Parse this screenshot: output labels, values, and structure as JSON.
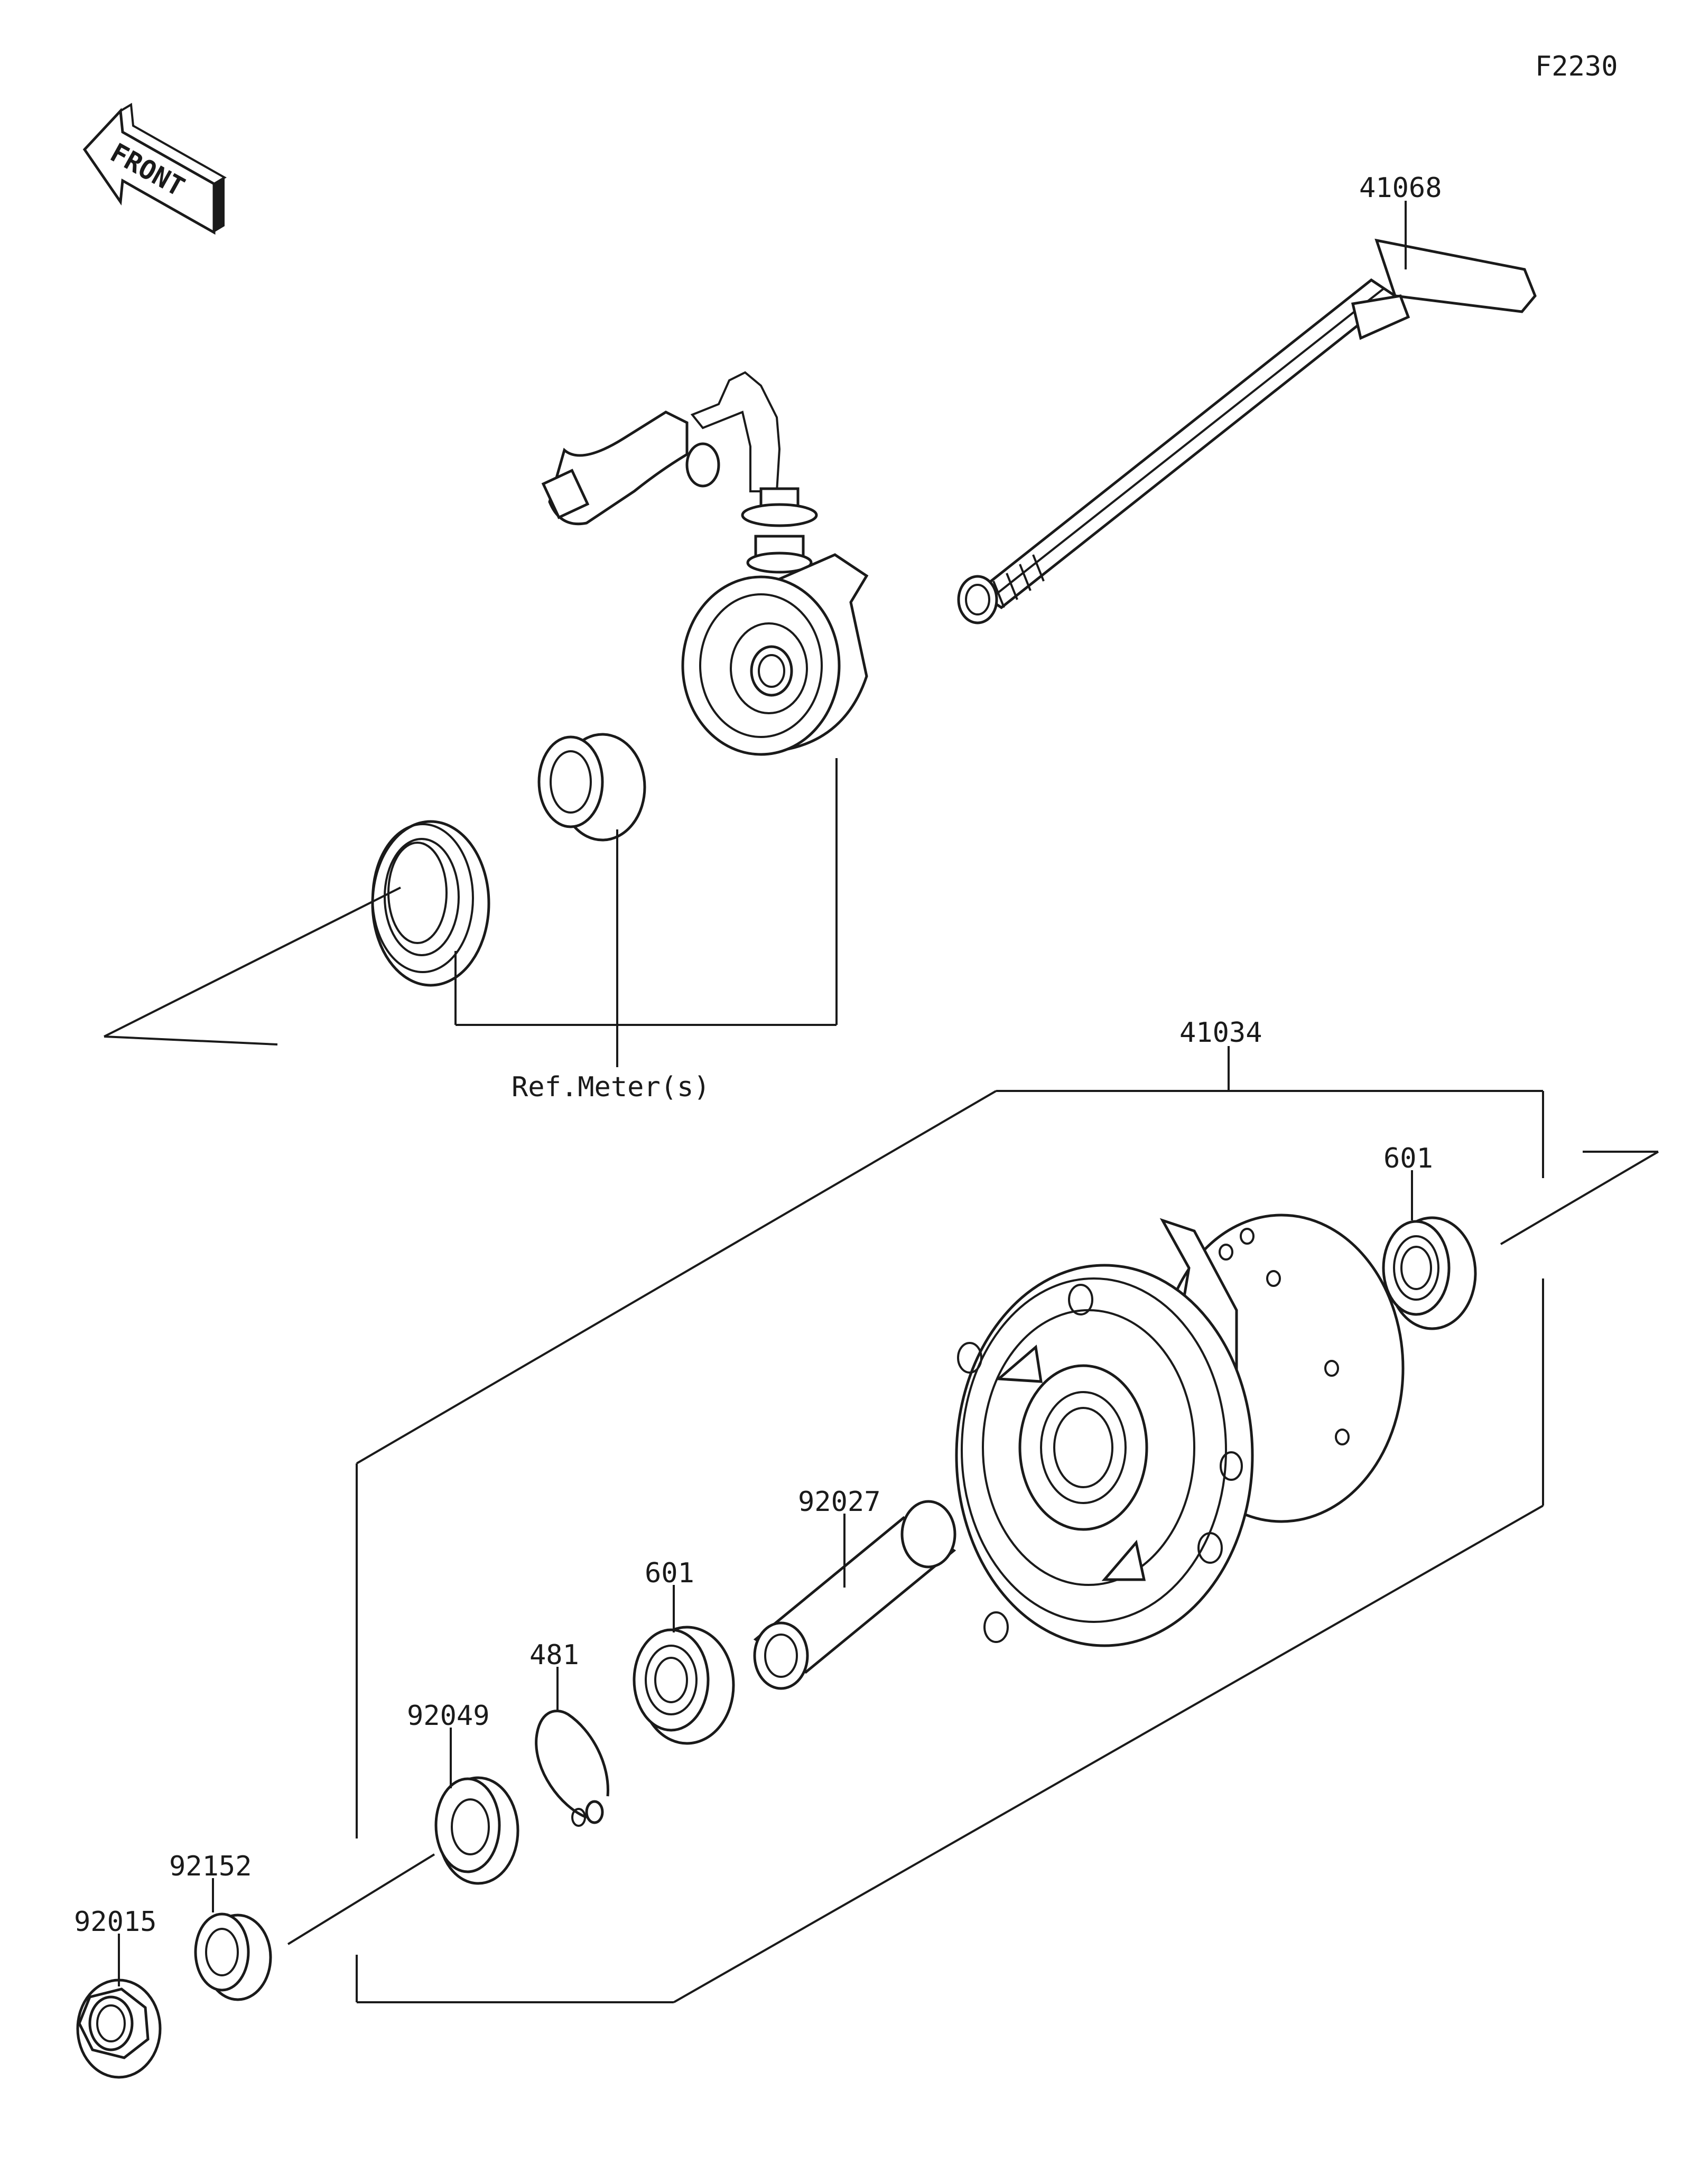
{
  "figure_code": "F2230",
  "front_arrow_label": "FRONT",
  "ref_note": "Ref.Meter(s)",
  "parts": {
    "axle": "41068",
    "hub": "41034",
    "bearing_right": "601",
    "bearing_left": "601",
    "spacer": "92027",
    "circlip": "481",
    "oil_seal": "92049",
    "collar": "92152",
    "nut": "92015"
  }
}
